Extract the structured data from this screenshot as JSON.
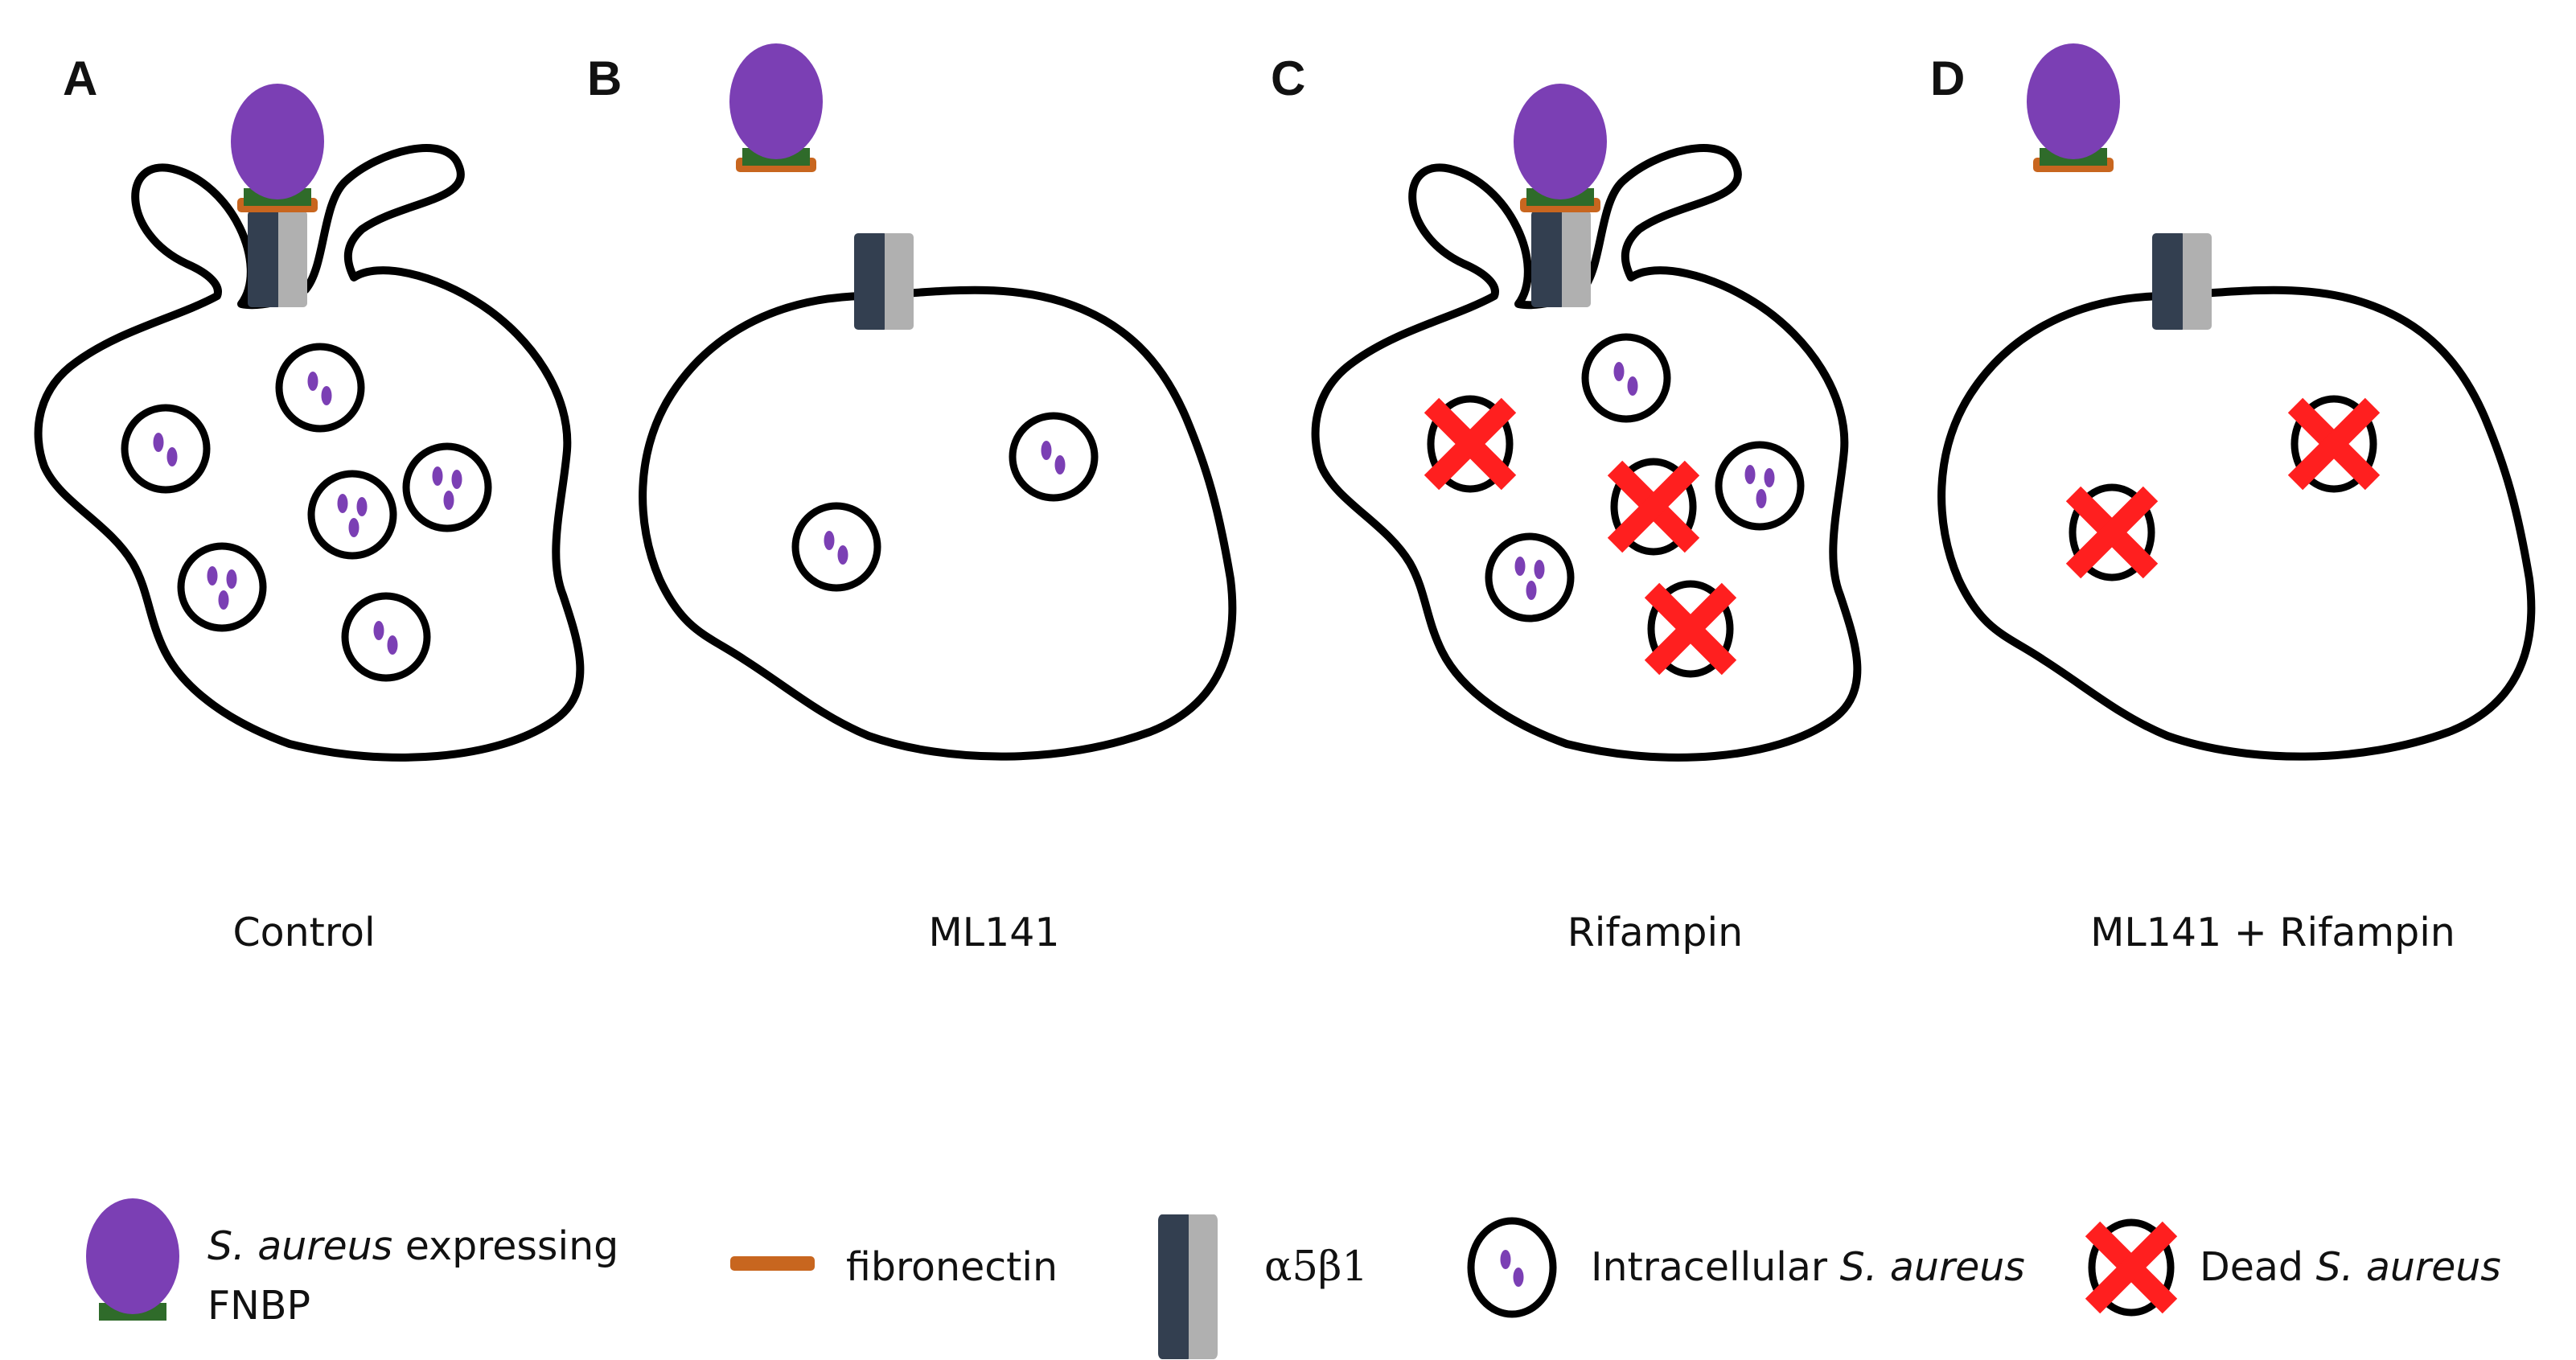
{
  "colors": {
    "bacterium": "#7b3fb4",
    "adhesin": "#2f6b2a",
    "fibronectin": "#c8661f",
    "integrin_dark": "#333f50",
    "integrin_light": "#b0b0b0",
    "dead_marker": "#ff1f1f",
    "outline": "#000000"
  },
  "panels": [
    {
      "letter": "A",
      "caption": "Control"
    },
    {
      "letter": "B",
      "caption": "ML141"
    },
    {
      "letter": "C",
      "caption": "Rifampin"
    },
    {
      "letter": "D",
      "caption": "ML141 + Rifampin"
    }
  ],
  "legend": {
    "bacterium": {
      "species": "S. aureus",
      "rest": " expressing",
      "line2": "FNBP"
    },
    "fibronectin": "fibronectin",
    "integrin": "α5β1",
    "intracellular": {
      "prefix": "Intracellular ",
      "species": "S. aureus"
    },
    "dead": {
      "prefix": "Dead ",
      "species": "S. aureus"
    }
  }
}
